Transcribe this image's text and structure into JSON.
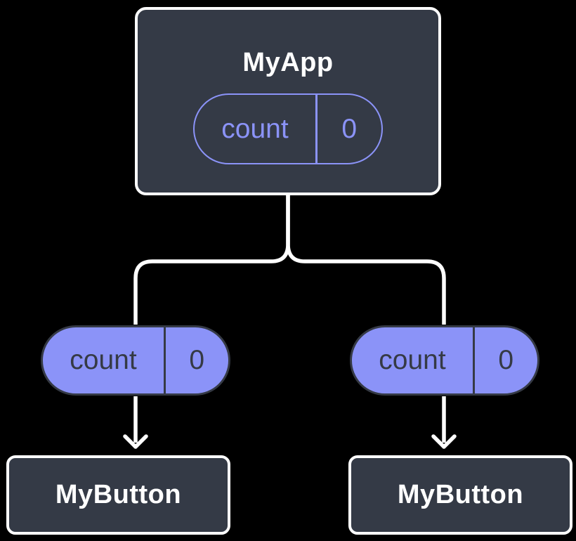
{
  "root": {
    "title": "MyApp",
    "state": {
      "key": "count",
      "value": "0"
    }
  },
  "children": [
    {
      "label": "MyButton",
      "state": {
        "key": "count",
        "value": "0"
      }
    },
    {
      "label": "MyButton",
      "state": {
        "key": "count",
        "value": "0"
      }
    }
  ],
  "colors": {
    "background": "#000000",
    "node_fill": "#343a46",
    "node_border": "#ffffff",
    "connector": "#ffffff",
    "accent_purple": "#8b93f8",
    "pill_text_dark": "#353a45"
  }
}
